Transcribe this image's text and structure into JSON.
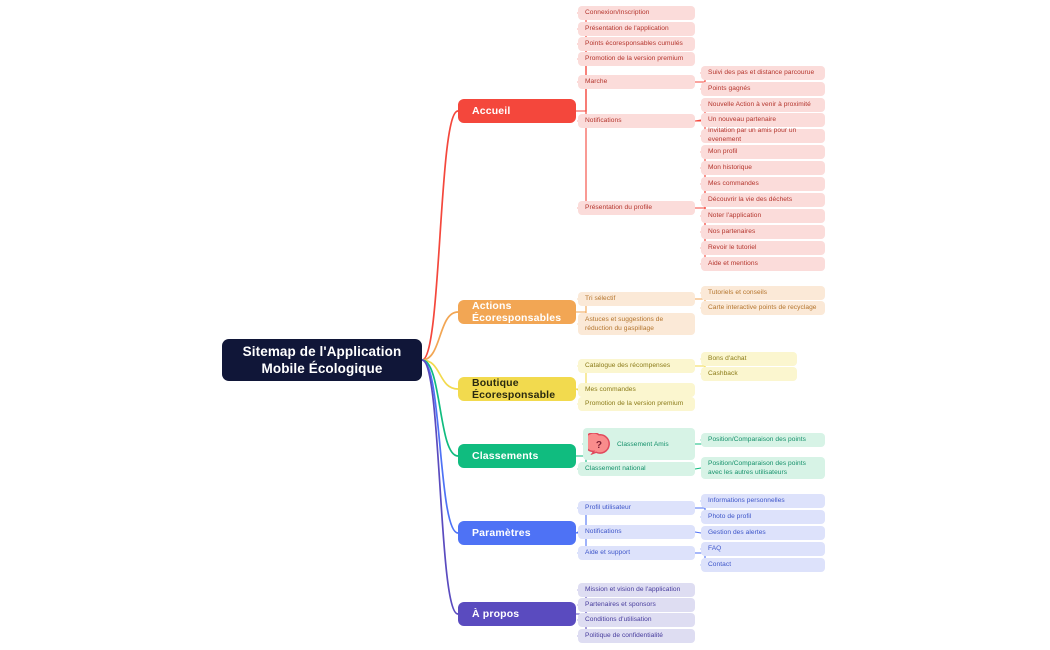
{
  "title": "Sitemap de l'Application Mobile Écologique",
  "root": {
    "line1": "Sitemap de l'Application",
    "line2": "Mobile Écologique",
    "color": "#101638"
  },
  "branches": [
    {
      "id": "accueil",
      "label": "Accueil",
      "color": "#F4473C",
      "children": [
        {
          "label": "Connexion/Inscription",
          "children": []
        },
        {
          "label": "Présentation de l'application",
          "children": []
        },
        {
          "label": "Points écoresponsables cumulés",
          "children": []
        },
        {
          "label": "Promotion de la version premium",
          "children": []
        },
        {
          "label": "Marche",
          "children": [
            {
              "label": "Suivi des pas et distance parcourue"
            },
            {
              "label": "Points gagnés"
            }
          ]
        },
        {
          "label": "Notifications",
          "children": [
            {
              "label": "Nouvelle Action à venir à proximité"
            },
            {
              "label": "Un nouveau partenaire"
            },
            {
              "label": "Invitation par un amis pour un evenement"
            }
          ]
        },
        {
          "label": "Présentation du profile",
          "children": [
            {
              "label": "Mon profil"
            },
            {
              "label": "Mon historique"
            },
            {
              "label": "Mes commandes"
            },
            {
              "label": "Découvrir la vie des déchets"
            },
            {
              "label": "Noter l'application"
            },
            {
              "label": "Nos partenaires"
            },
            {
              "label": "Revoir le tutoriel"
            },
            {
              "label": "Aide et mentions"
            }
          ]
        }
      ]
    },
    {
      "id": "actions",
      "label": "Actions Écoresponsables",
      "color": "#F2A654",
      "children": [
        {
          "label": "Tri sélectif",
          "children": [
            {
              "label": "Tutoriels et conseils"
            },
            {
              "label": "Carte interactive points de recyclage"
            }
          ]
        },
        {
          "label": "Astuces et suggestions de réduction du gaspillage",
          "children": []
        }
      ]
    },
    {
      "id": "boutique",
      "label": "Boutique Écoresponsable",
      "color": "#F2DA4E",
      "children": [
        {
          "label": "Catalogue des récompenses",
          "children": [
            {
              "label": "Bons d'achat"
            },
            {
              "label": "Cashback"
            }
          ]
        },
        {
          "label": "Mes commandes",
          "children": []
        },
        {
          "label": "Promotion de la version premium",
          "children": []
        }
      ]
    },
    {
      "id": "classements",
      "label": "Classements",
      "color": "#10BC7F",
      "children": [
        {
          "label": "Classement Amis",
          "icon": "question-badge-icon",
          "children": [
            {
              "label": "Position/Comparaison des points"
            }
          ]
        },
        {
          "label": "Classement national",
          "children": [
            {
              "label": "Position/Comparaison des points avec les autres utilisateurs"
            }
          ]
        }
      ]
    },
    {
      "id": "parametres",
      "label": "Paramètres",
      "color": "#4E72F5",
      "children": [
        {
          "label": "Profil utilisateur",
          "children": [
            {
              "label": "Informations personnelles"
            },
            {
              "label": "Photo de profil"
            }
          ]
        },
        {
          "label": "Notifications",
          "children": [
            {
              "label": "Gestion des alertes"
            }
          ]
        },
        {
          "label": "Aide et support",
          "children": [
            {
              "label": "FAQ"
            },
            {
              "label": "Contact"
            }
          ]
        }
      ]
    },
    {
      "id": "apropos",
      "label": "À propos",
      "color": "#5A4BBF",
      "children": [
        {
          "label": "Mission et vision de l'application",
          "children": []
        },
        {
          "label": "Partenaires et sponsors",
          "children": []
        },
        {
          "label": "Conditions d'utilisation",
          "children": []
        },
        {
          "label": "Politique de confidentialité",
          "children": []
        }
      ]
    }
  ],
  "icon": {
    "question_badge": "?"
  }
}
